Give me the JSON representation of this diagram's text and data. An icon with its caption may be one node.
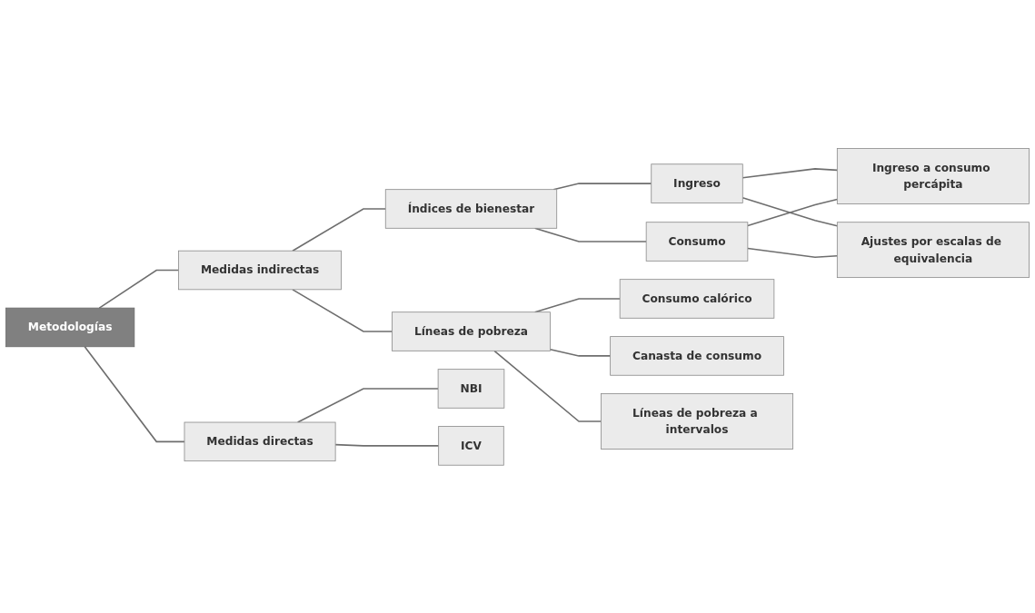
{
  "diagram": {
    "nodes": [
      {
        "text": [
          "Metodologías"
        ]
      },
      {
        "text": [
          "Medidas indirectas"
        ]
      },
      {
        "text": [
          "Medidas directas"
        ]
      },
      {
        "text": [
          "Índices de bienestar"
        ]
      },
      {
        "text": [
          "Líneas de pobreza"
        ]
      },
      {
        "text": [
          "Ingreso"
        ]
      },
      {
        "text": [
          "Consumo"
        ]
      },
      {
        "text": [
          "Ingreso a consumo percápita"
        ]
      },
      {
        "text": [
          "Ajustes por escalas de equivalencia"
        ]
      },
      {
        "text": [
          "Consumo calórico"
        ]
      },
      {
        "text": [
          "Canasta de consumo"
        ]
      },
      {
        "text": [
          "Líneas de pobreza a intervalos"
        ]
      },
      {
        "text": [
          "NBI"
        ]
      },
      {
        "text": [
          "ICV"
        ]
      }
    ],
    "edges": [
      {
        "from": 0,
        "to": 1,
        "arrow": "none"
      },
      {
        "from": 0,
        "to": 2,
        "arrow": "none"
      },
      {
        "from": 1,
        "to": 3,
        "arrow": "none"
      },
      {
        "from": 1,
        "to": 4,
        "arrow": "none"
      },
      {
        "from": 3,
        "to": 5,
        "arrow": "none"
      },
      {
        "from": 3,
        "to": 6,
        "arrow": "none"
      },
      {
        "from": 5,
        "to": 7,
        "arrow": "none"
      },
      {
        "from": 5,
        "to": 8,
        "arrow": "none"
      },
      {
        "from": 6,
        "to": 7,
        "arrow": "none"
      },
      {
        "from": 6,
        "to": 8,
        "arrow": "none"
      },
      {
        "from": 4,
        "to": 9,
        "arrow": "none"
      },
      {
        "from": 4,
        "to": 10,
        "arrow": "none"
      },
      {
        "from": 4,
        "to": 11,
        "arrow": "none"
      },
      {
        "from": 2,
        "to": 12,
        "arrow": "none"
      },
      {
        "from": 2,
        "to": 13,
        "arrow": "none"
      }
    ]
  }
}
